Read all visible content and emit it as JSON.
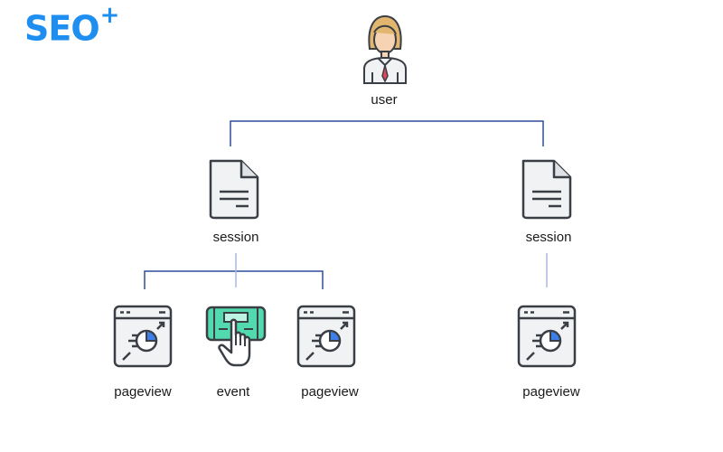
{
  "logo": {
    "text": "SEO",
    "suffix": "+"
  },
  "tree": {
    "root": {
      "label": "user",
      "icon": "user-icon"
    },
    "sessions": [
      {
        "label": "session",
        "icon": "document-icon",
        "children": [
          {
            "label": "pageview",
            "icon": "pageview-icon"
          },
          {
            "label": "event",
            "icon": "touch-event-icon"
          },
          {
            "label": "pageview",
            "icon": "pageview-icon"
          }
        ]
      },
      {
        "label": "session",
        "icon": "document-icon",
        "children": [
          {
            "label": "pageview",
            "icon": "pageview-icon"
          }
        ]
      }
    ]
  },
  "colors": {
    "connector_dark": "#2d4e9a",
    "connector_light": "#a9b8de",
    "icon_stroke": "#3a3e45",
    "icon_fill": "#f1f2f4",
    "accent_blue": "#3f7ee6",
    "accent_green": "#52d9ae",
    "brand": "#1f8ef1"
  }
}
